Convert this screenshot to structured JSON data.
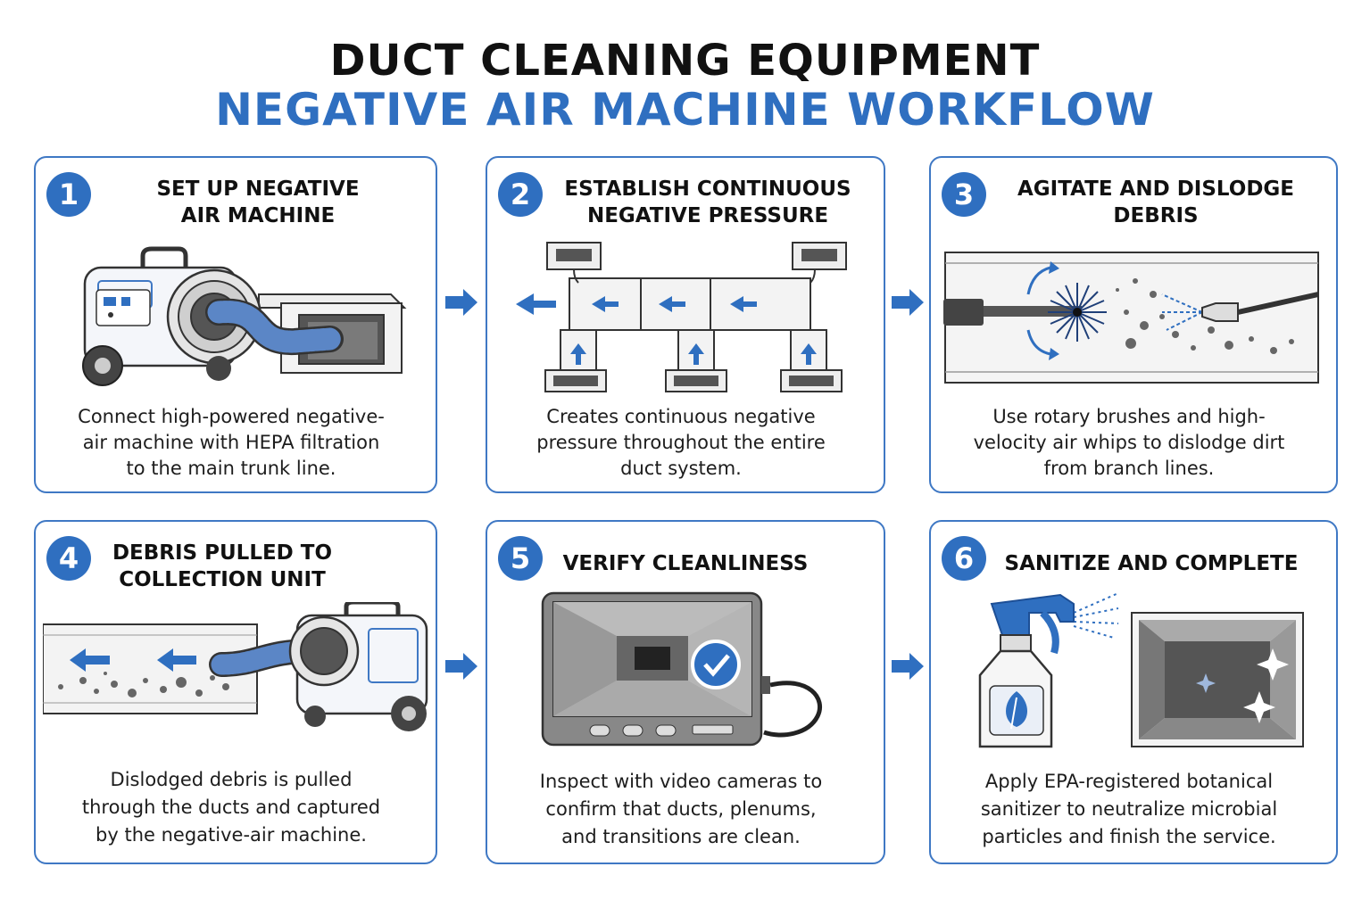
{
  "title": {
    "line1": "DUCT CLEANING EQUIPMENT",
    "line2": "NEGATIVE AIR MACHINE WORKFLOW"
  },
  "colors": {
    "accent": "#2f6fc0",
    "border": "#3f78c4",
    "hose": "#5b86c6",
    "metal": "#d9d9d9"
  },
  "steps": [
    {
      "number": "1",
      "title": "SET UP NEGATIVE\nAIR MACHINE",
      "description": "Connect high-powered negative-air machine with HEPA filtration to the main trunk line.",
      "icon": "negative-air-machine-icon"
    },
    {
      "number": "2",
      "title": "ESTABLISH CONTINUOUS\nNEGATIVE PRESSURE",
      "description": "Creates continuous negative pressure throughout the entire duct system.",
      "icon": "duct-airflow-diagram-icon"
    },
    {
      "number": "3",
      "title": "AGITATE AND DISLODGE\nDEBRIS",
      "description": "Use rotary brushes and high-velocity air whips to dislodge dirt from branch lines.",
      "icon": "rotary-brush-icon"
    },
    {
      "number": "4",
      "title": "DEBRIS PULLED TO\nCOLLECTION UNIT",
      "description": "Dislodged debris is pulled through the ducts and captured by the negative-air machine.",
      "icon": "debris-collection-icon"
    },
    {
      "number": "5",
      "title": "VERIFY CLEANLINESS",
      "description": "Inspect with video cameras to confirm that ducts, plenums, and transitions are clean.",
      "icon": "inspection-monitor-icon"
    },
    {
      "number": "6",
      "title": "SANITIZE AND COMPLETE",
      "description": "Apply EPA-registered botanical sanitizer to neutralize microbial particles and finish the service.",
      "icon": "sanitizer-spray-icon"
    }
  ]
}
